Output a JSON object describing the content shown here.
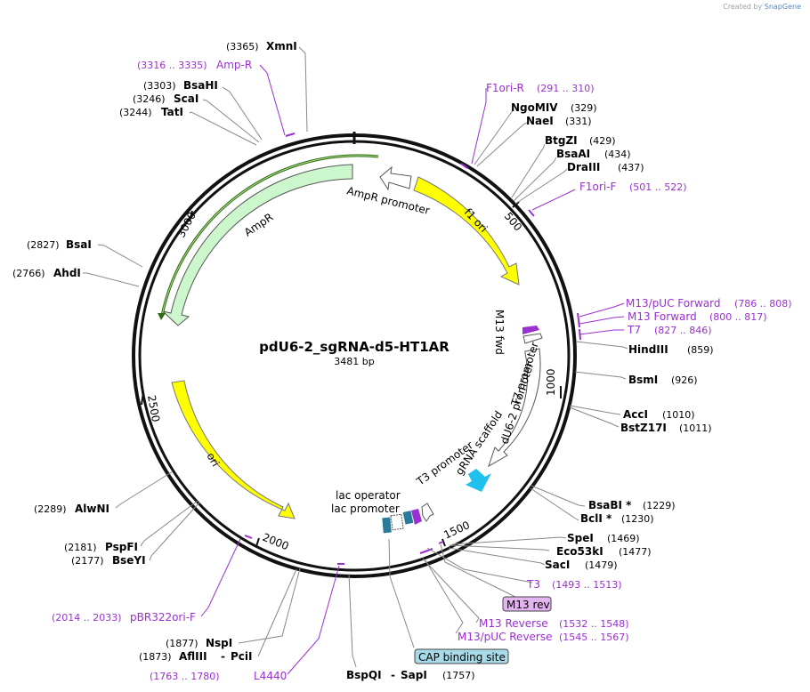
{
  "credit": {
    "prefix": "Created by",
    "brand": "SnapGene"
  },
  "plasmid": {
    "name": "pdU6-2_sgRNA-d5-HT1AR",
    "size": "3481 bp"
  },
  "ticks": [
    {
      "label": "500"
    },
    {
      "label": "1000"
    },
    {
      "label": "1500"
    },
    {
      "label": "2000"
    },
    {
      "label": "2500"
    },
    {
      "label": "3000"
    }
  ],
  "enzymes": [
    {
      "name": "XmnI",
      "pos": "(3365)"
    },
    {
      "name": "BsaHI",
      "pos": "(3303)"
    },
    {
      "name": "ScaI",
      "pos": "(3246)"
    },
    {
      "name": "TatI",
      "pos": "(3244)"
    },
    {
      "name": "NgoMIV",
      "pos": "(329)"
    },
    {
      "name": "NaeI",
      "pos": "(331)"
    },
    {
      "name": "BtgZI",
      "pos": "(429)"
    },
    {
      "name": "BsaAI",
      "pos": "(434)"
    },
    {
      "name": "DraIII",
      "pos": "(437)"
    },
    {
      "name": "HindIII",
      "pos": "(859)"
    },
    {
      "name": "BsmI",
      "pos": "(926)"
    },
    {
      "name": "AccI",
      "pos": "(1010)"
    },
    {
      "name": "BstZ17I",
      "pos": "(1011)"
    },
    {
      "name": "BsaBI *",
      "pos": "(1229)"
    },
    {
      "name": "BclI *",
      "pos": "(1230)"
    },
    {
      "name": "SpeI",
      "pos": "(1469)"
    },
    {
      "name": "Eco53kI",
      "pos": "(1477)"
    },
    {
      "name": "SacI",
      "pos": "(1479)"
    },
    {
      "name": "BsaI",
      "pos": "(2827)"
    },
    {
      "name": "AhdI",
      "pos": "(2766)"
    },
    {
      "name": "AlwNI",
      "pos": "(2289)"
    },
    {
      "name": "PspFI",
      "pos": "(2181)"
    },
    {
      "name": "BseYI",
      "pos": "(2177)"
    },
    {
      "name": "NspI",
      "pos": "(1877)"
    },
    {
      "name": "AflIII",
      "pos": "(1873)"
    },
    {
      "name": "PciI",
      "pos": ""
    },
    {
      "name": "BspQI",
      "pos": ""
    },
    {
      "name": "SapI",
      "pos": "(1757)"
    }
  ],
  "primers": [
    {
      "name": "Amp-R",
      "pos": "(3316 .. 3335)"
    },
    {
      "name": "F1ori-R",
      "pos": "(291 .. 310)"
    },
    {
      "name": "F1ori-F",
      "pos": "(501 .. 522)"
    },
    {
      "name": "M13/pUC Forward",
      "pos": "(786 .. 808)"
    },
    {
      "name": "M13 Forward",
      "pos": "(800 .. 817)"
    },
    {
      "name": "T7",
      "pos": "(827 .. 846)"
    },
    {
      "name": "T3",
      "pos": "(1493 .. 1513)"
    },
    {
      "name": "M13 Reverse",
      "pos": "(1532 .. 1548)"
    },
    {
      "name": "M13/pUC Reverse",
      "pos": "(1545 .. 1567)"
    },
    {
      "name": "pBR322ori-F",
      "pos": "(2014 .. 2033)"
    },
    {
      "name": "L4440",
      "pos": "(1763 .. 1780)"
    }
  ],
  "boxed": {
    "m13rev": "M13 rev",
    "cap": "CAP binding site"
  },
  "features": {
    "ampr": "AmpR",
    "ampr_promoter": "AmpR promoter",
    "f1ori": "f1 ori",
    "ori": "ori",
    "m13fwd": "M13 fwd",
    "t7promoter": "T7 promoter",
    "du6promoter": "dU6-2 promoter",
    "grna": "gRNA scaffold",
    "t3promoter": "T3 promoter",
    "lacoperator": "lac operator",
    "lacpromoter": "lac promoter"
  },
  "colors": {
    "ampr": "#ccf7cc",
    "yellow": "#ffff00",
    "primer": "#9b2fd1",
    "m13fwd_arrow": "#9b2fd1",
    "grna_arrow": "#1fc0ee",
    "lac": "#2a7a9a",
    "m13rev_box": "#e2b4f0",
    "cap_box": "#a8dae8"
  }
}
